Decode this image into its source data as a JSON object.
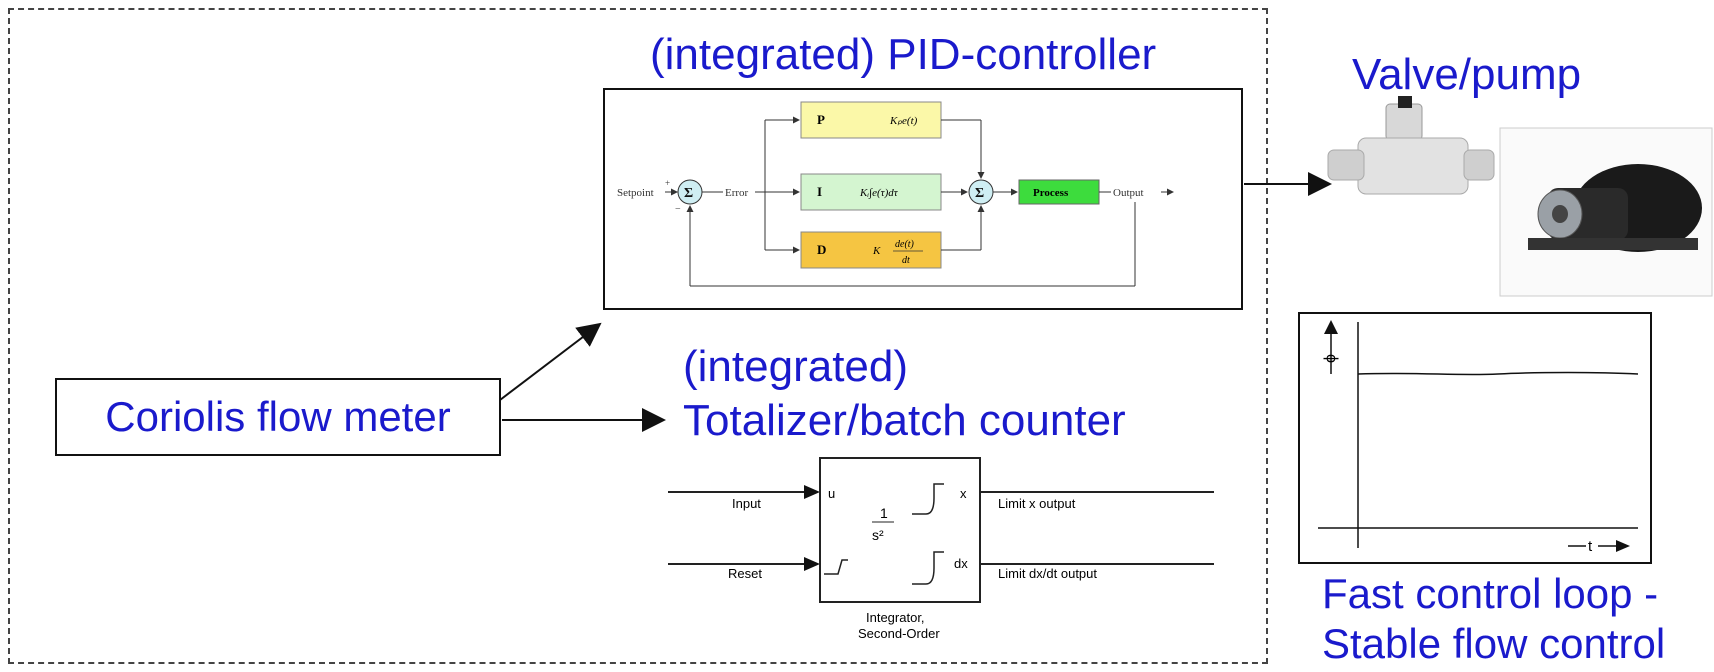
{
  "pid": {
    "title": "(integrated) PID-controller",
    "setpoint": "Setpoint",
    "error": "Error",
    "output": "Output",
    "p_label": "P",
    "i_label": "I",
    "d_label": "D",
    "process": "Process",
    "sum": "Σ",
    "plus": "+",
    "minus": "−",
    "p_formula": "Kₚe(t)",
    "i_formula": "Kᵢ∫e(τ)dτ",
    "d_formula_k": "K",
    "d_formula_num": "de(t)",
    "d_formula_den": "dt"
  },
  "valve": {
    "title": "Valve/pump"
  },
  "coriolis": {
    "label": "Coriolis flow meter"
  },
  "totalizer": {
    "title_line1": "(integrated)",
    "title_line2": "Totalizer/batch counter",
    "input": "Input",
    "reset": "Reset",
    "u": "u",
    "x": "x",
    "dx": "dx",
    "gain_num": "1",
    "gain_den": "s²",
    "out_x": "Limit x output",
    "out_dx": "Limit dx/dt output",
    "block_name1": "Integrator,",
    "block_name2": "Second-Order"
  },
  "graph": {
    "y_label": "ϕ",
    "x_label": "t"
  },
  "stable": {
    "line1": "Fast control loop -",
    "line2": "Stable flow control"
  }
}
